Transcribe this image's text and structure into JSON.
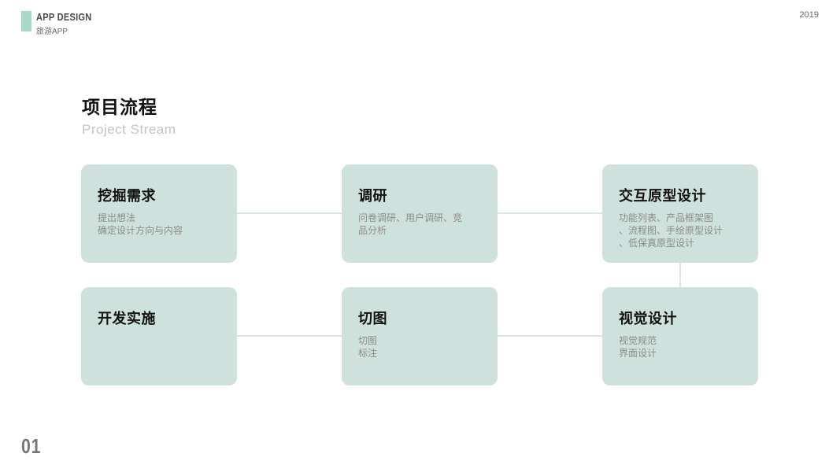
{
  "header": {
    "logo_title": "APP DESIGN",
    "logo_subtitle": "旅游APP",
    "year": "2019"
  },
  "section": {
    "title": "项目流程",
    "subtitle": "Project Stream"
  },
  "cards": [
    {
      "title": "挖掘需求",
      "lines": [
        "提出想法",
        "确定设计方向与内容"
      ]
    },
    {
      "title": "调研",
      "lines": [
        "问卷调研、用户调研、竞",
        "品分析"
      ]
    },
    {
      "title": "交互原型设计",
      "lines": [
        "功能列表、产品框架图",
        "、流程图、手绘原型设计",
        "、低保真原型设计"
      ]
    },
    {
      "title": "开发实施",
      "lines": []
    },
    {
      "title": "切图",
      "lines": [
        "切图",
        "标注"
      ]
    },
    {
      "title": "视觉设计",
      "lines": [
        "视觉规范",
        "界面设计"
      ]
    }
  ],
  "page_number": "01",
  "colors": {
    "card_bg": "#cfe1dc",
    "connector": "#d8e7e2",
    "accent": "#a9d8c7",
    "title": "#121212",
    "description": "#8b8b8b"
  }
}
